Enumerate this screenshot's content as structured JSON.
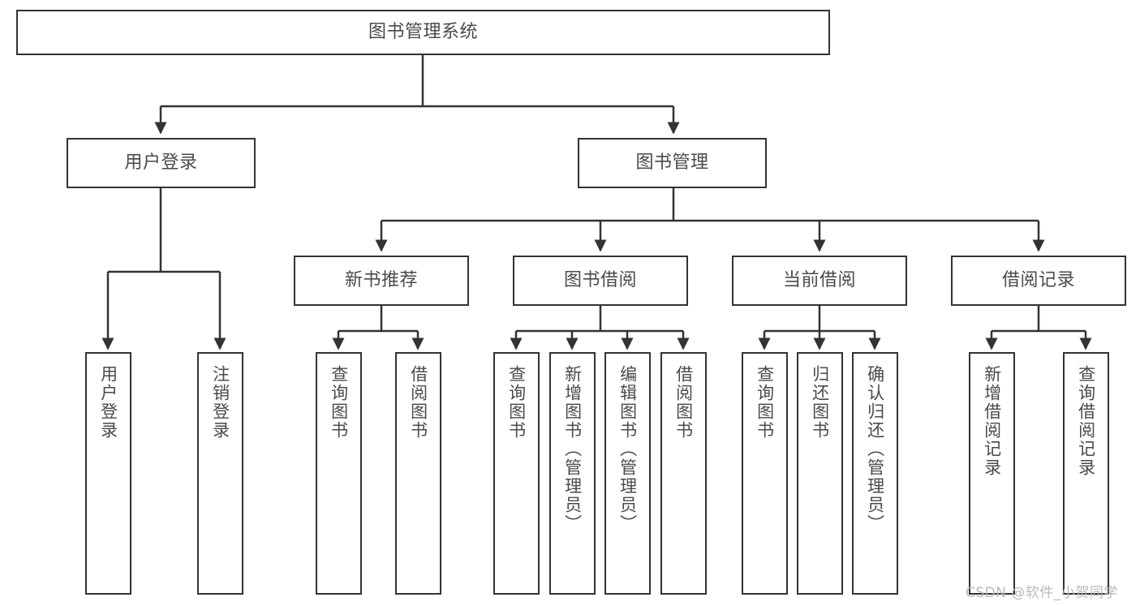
{
  "diagram": {
    "title": "图书管理系统",
    "type": "tree",
    "root": {
      "id": "root",
      "label": "图书管理系统"
    },
    "level1": [
      {
        "id": "user-login",
        "label": "用户登录"
      },
      {
        "id": "book-manage",
        "label": "图书管理"
      }
    ],
    "level2": [
      {
        "id": "new-book-rec",
        "label": "新书推荐",
        "parent": "book-manage"
      },
      {
        "id": "book-borrow",
        "label": "图书借阅",
        "parent": "book-manage"
      },
      {
        "id": "current-borrow",
        "label": "当前借阅",
        "parent": "book-manage"
      },
      {
        "id": "borrow-record",
        "label": "借阅记录",
        "parent": "book-manage"
      }
    ],
    "leaves": {
      "user-login": [
        {
          "id": "leaf-user-login",
          "label": "用户登录"
        },
        {
          "id": "leaf-user-logout",
          "label": "注销登录"
        }
      ],
      "new-book-rec": [
        {
          "id": "leaf-query-book-1",
          "label": "查询图书"
        },
        {
          "id": "leaf-borrow-book-1",
          "label": "借阅图书"
        }
      ],
      "book-borrow": [
        {
          "id": "leaf-query-book-2",
          "label": "查询图书"
        },
        {
          "id": "leaf-add-book",
          "label": "新增图书（管理员）"
        },
        {
          "id": "leaf-edit-book",
          "label": "编辑图书（管理员）"
        },
        {
          "id": "leaf-borrow-book-2",
          "label": "借阅图书"
        }
      ],
      "current-borrow": [
        {
          "id": "leaf-query-book-3",
          "label": "查询图书"
        },
        {
          "id": "leaf-return-book",
          "label": "归还图书"
        },
        {
          "id": "leaf-confirm-return",
          "label": "确认归还（管理员）"
        }
      ],
      "borrow-record": [
        {
          "id": "leaf-add-record",
          "label": "新增借阅记录"
        },
        {
          "id": "leaf-query-record",
          "label": "查询借阅记录"
        }
      ]
    },
    "colors": {
      "box_border": "#333333",
      "box_fill": "#ffffff",
      "text": "#4a4a4a",
      "connector": "#333333",
      "watermark": "#b9b9b9"
    }
  },
  "watermark": {
    "text": "CSDN @软件_小贺同学"
  }
}
